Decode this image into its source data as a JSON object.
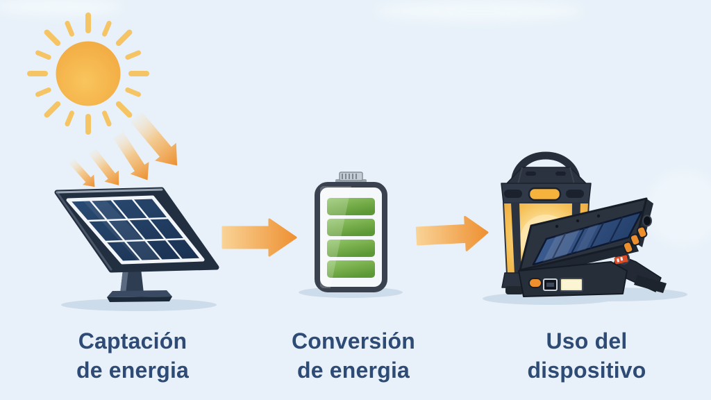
{
  "background": {
    "color": "#e8f1f9"
  },
  "diagram": {
    "type": "process-flow",
    "language": "es",
    "label_color": "#2e4b76",
    "arrow_color": "#f0963a",
    "steps": [
      {
        "id": "captacion",
        "label_lines": [
          "Captación",
          "de energia"
        ],
        "icons": [
          {
            "name": "sun-icon",
            "color": "#f4ae45"
          },
          {
            "name": "sunbeam-arrows-icon",
            "count": 4,
            "color": "#ee9232"
          },
          {
            "name": "solar-panel-icon",
            "panel_color": "#1f3a5e",
            "frame_color": "#222f40"
          }
        ]
      },
      {
        "id": "conversion",
        "label_lines": [
          "Conversión",
          "de energia"
        ],
        "icons": [
          {
            "name": "battery-icon",
            "bars_filled": 4,
            "bars_total": 4,
            "bar_color": "#74ad49",
            "body_color": "#39424e"
          }
        ]
      },
      {
        "id": "uso",
        "label_lines": [
          "Uso del",
          "dispositivo"
        ],
        "icons": [
          {
            "name": "camping-lantern-icon",
            "glow_color": "#f7c765",
            "body_color": "#2b3340",
            "accent_color": "#f5b23d"
          },
          {
            "name": "solar-power-bank-icon",
            "panel_color": "#2e4d7e",
            "accent_color": "#ee8f2e"
          }
        ]
      }
    ],
    "connectors": [
      {
        "id": "flow-arrow-1",
        "from": "captacion",
        "to": "conversion",
        "icon": "right-arrow-icon"
      },
      {
        "id": "flow-arrow-2",
        "from": "conversion",
        "to": "uso",
        "icon": "right-arrow-icon"
      }
    ]
  }
}
